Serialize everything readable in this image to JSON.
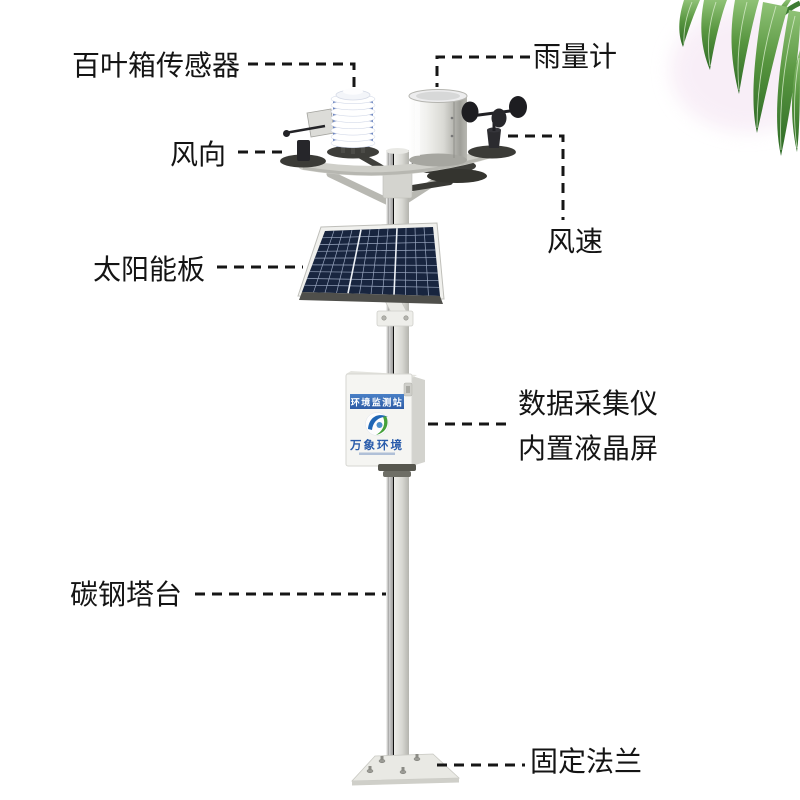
{
  "page": {
    "background": "#ffffff"
  },
  "station": {
    "box_banner": "环境监测站",
    "box_brand": "万象环境"
  },
  "labels": {
    "louver_sensor": "百叶箱传感器",
    "rain_gauge": "雨量计",
    "wind_direction": "风向",
    "wind_speed": "风速",
    "solar_panel": "太阳能板",
    "data_collector": "数据采集仪",
    "lcd_screen": "内置液晶屏",
    "tower": "碳钢塔台",
    "flange": "固定法兰"
  },
  "colors": {
    "label_text": "#141414",
    "callout_line": "#161616",
    "banner_blue": "#3a6db9",
    "brand_blue": "#2a5cab",
    "logo_blue": "#1f66b5",
    "logo_green": "#46a13b",
    "solar_cell_navy": "#18253f",
    "leaf_green": "#57953f",
    "metal_light": "#efefec",
    "metal_dark": "#b4b4ae"
  }
}
